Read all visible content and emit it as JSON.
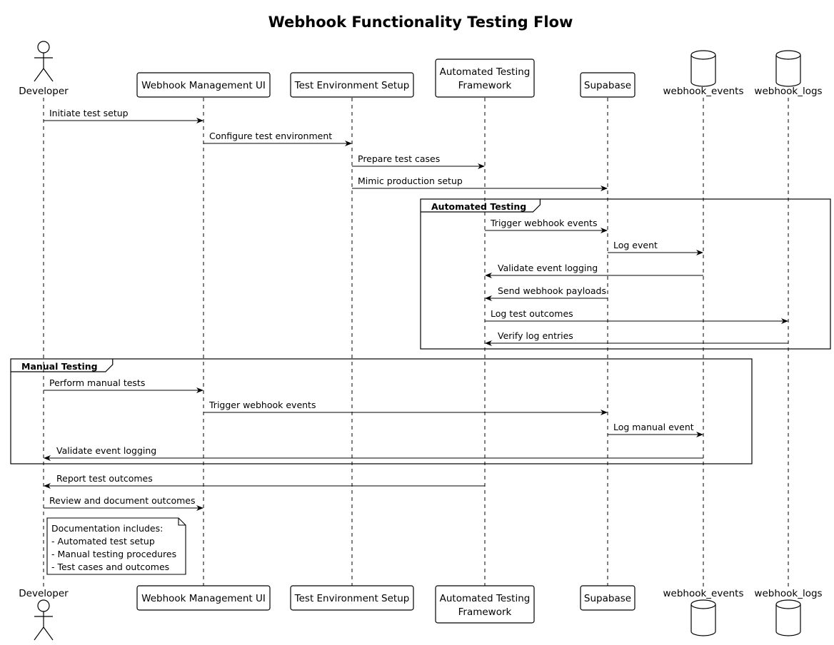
{
  "diagram": {
    "title": "Webhook Functionality Testing Flow",
    "participants": [
      {
        "id": "dev",
        "kind": "actor",
        "lines": [
          "Developer"
        ]
      },
      {
        "id": "ui",
        "kind": "box",
        "lines": [
          "Webhook Management UI"
        ]
      },
      {
        "id": "env",
        "kind": "box",
        "lines": [
          "Test Environment Setup"
        ]
      },
      {
        "id": "atf",
        "kind": "box",
        "lines": [
          "Automated Testing",
          "Framework"
        ]
      },
      {
        "id": "supa",
        "kind": "box",
        "lines": [
          "Supabase"
        ]
      },
      {
        "id": "events",
        "kind": "database",
        "lines": [
          "webhook_events"
        ]
      },
      {
        "id": "logs",
        "kind": "database",
        "lines": [
          "webhook_logs"
        ]
      }
    ],
    "messages": [
      {
        "from": "dev",
        "to": "ui",
        "text": "Initiate test setup"
      },
      {
        "from": "ui",
        "to": "env",
        "text": "Configure test environment"
      },
      {
        "from": "env",
        "to": "atf",
        "text": "Prepare test cases"
      },
      {
        "from": "env",
        "to": "supa",
        "text": "Mimic production setup"
      },
      {
        "from": "atf",
        "to": "supa",
        "text": "Trigger webhook events"
      },
      {
        "from": "supa",
        "to": "events",
        "text": "Log event"
      },
      {
        "from": "events",
        "to": "atf",
        "text": "Validate event logging"
      },
      {
        "from": "supa",
        "to": "atf",
        "text": "Send webhook payloads"
      },
      {
        "from": "atf",
        "to": "logs",
        "text": "Log test outcomes"
      },
      {
        "from": "logs",
        "to": "atf",
        "text": "Verify log entries"
      },
      {
        "from": "dev",
        "to": "ui",
        "text": "Perform manual tests"
      },
      {
        "from": "ui",
        "to": "supa",
        "text": "Trigger webhook events"
      },
      {
        "from": "supa",
        "to": "events",
        "text": "Log manual event"
      },
      {
        "from": "events",
        "to": "dev",
        "text": "Validate event logging"
      },
      {
        "from": "atf",
        "to": "dev",
        "text": "Report test outcomes"
      },
      {
        "from": "dev",
        "to": "ui",
        "text": "Review and document outcomes"
      }
    ],
    "groups": [
      {
        "label": "Automated Testing",
        "first_message": 4,
        "last_message": 9
      },
      {
        "label": "Manual Testing",
        "first_message": 10,
        "last_message": 13
      }
    ],
    "note": {
      "anchor": "dev",
      "lines": [
        "Documentation includes:",
        "- Automated test setup",
        "- Manual testing procedures",
        "- Test cases and outcomes"
      ]
    }
  }
}
